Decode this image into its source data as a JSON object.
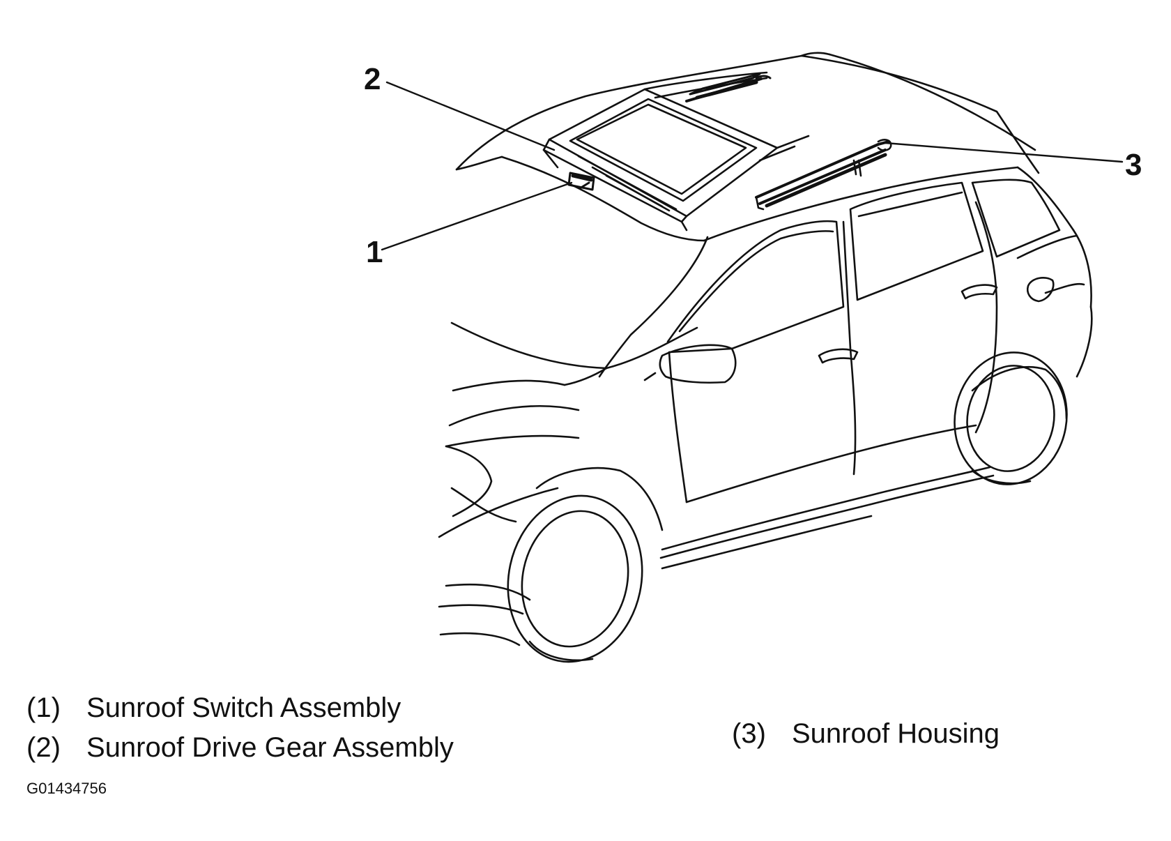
{
  "callouts": [
    {
      "number": "1"
    },
    {
      "number": "2"
    },
    {
      "number": "3"
    }
  ],
  "legend": [
    {
      "number": "(1)",
      "label": "Sunroof Switch Assembly"
    },
    {
      "number": "(2)",
      "label": "Sunroof Drive Gear Assembly"
    },
    {
      "number": "(3)",
      "label": "Sunroof Housing"
    }
  ],
  "figure_id": "G01434756",
  "colors": {
    "line": "#111111",
    "background": "#ffffff"
  }
}
